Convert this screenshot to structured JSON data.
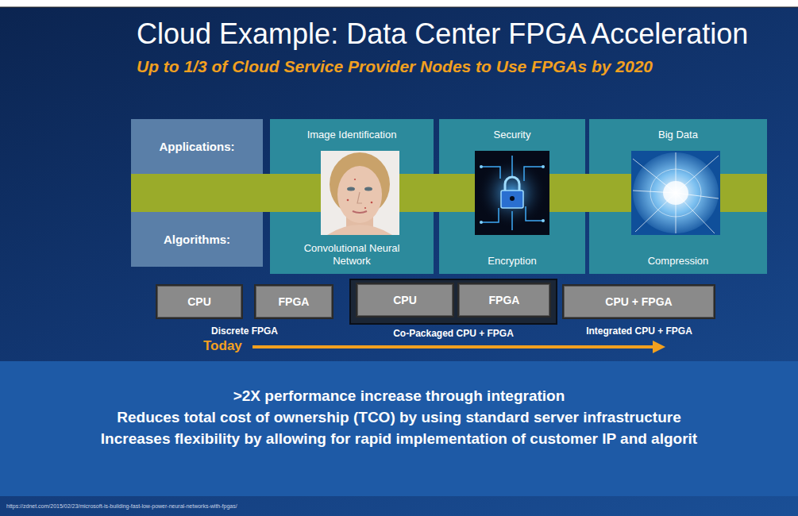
{
  "diagram": {
    "title": "Cloud Example: Data Center FPGA Acceleration",
    "nodes": [
      {
        "text": [
          "Applications:"
        ]
      },
      {
        "text": [
          "Algorithms:"
        ]
      },
      {
        "text": [
          "Image Identification",
          "Convolutional Neural Network"
        ]
      },
      {
        "text": [
          "Security",
          "Encryption"
        ]
      },
      {
        "text": [
          "Big Data",
          "Compression"
        ]
      },
      {
        "text": [
          "CPU"
        ]
      },
      {
        "text": [
          "FPGA"
        ]
      },
      {
        "text": [
          "Co-Packaged CPU + FPGA"
        ]
      },
      {
        "text": [
          "CPU"
        ],
        "in": 7
      },
      {
        "text": [
          "FPGA"
        ],
        "in": 7
      },
      {
        "text": [
          "CPU + FPGA"
        ]
      },
      {
        "text": [
          ">2X performance increase through integration",
          "Reduces total cost of ownership (TCO) by using standard server infrastructure",
          "Increases flexibility by allowing for rapid implementation of customer IP and algorit"
        ]
      }
    ],
    "labels": [
      "Up to 1/3 of Cloud Service Provider Nodes to Use FPGAs by 2020",
      "Discrete FPGA",
      "Integrated CPU + FPGA",
      "Today",
      "https://zdnet.com/2015/02/23/microsoft-is-building-fast-low-power-neural-networks-with-fpgas/"
    ]
  }
}
